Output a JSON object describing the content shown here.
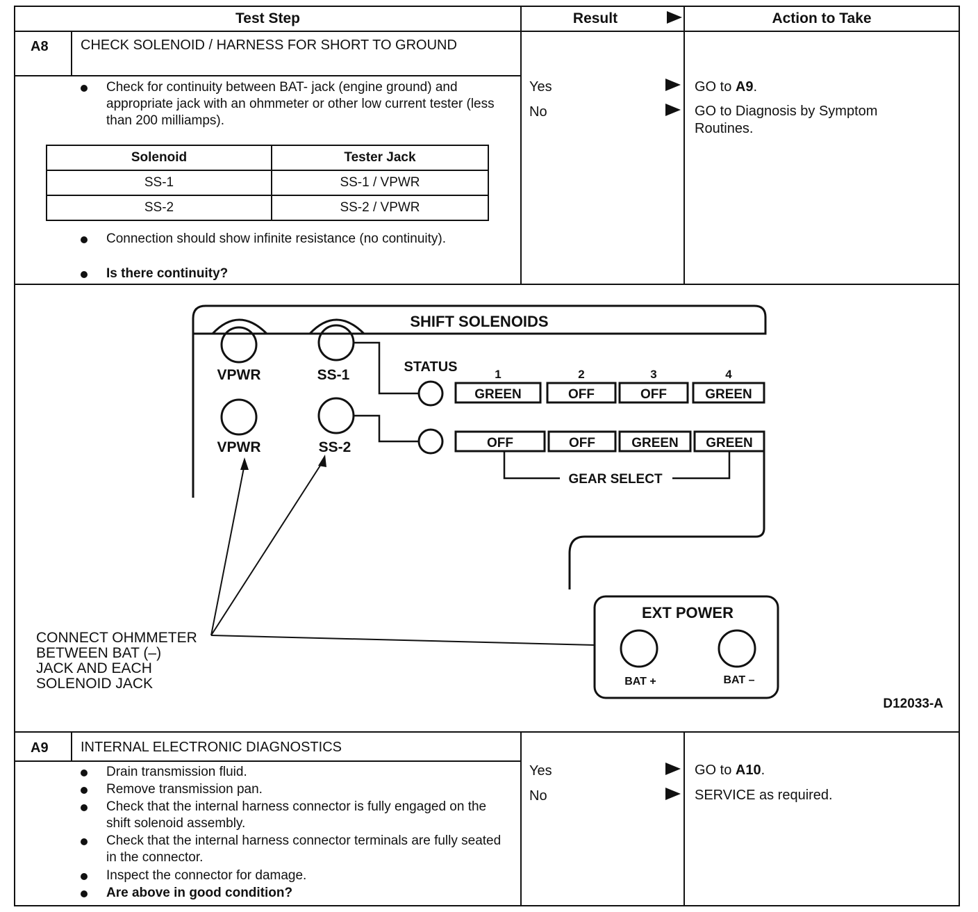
{
  "header": {
    "test_step": "Test Step",
    "result": "Result",
    "action": "Action to Take"
  },
  "a8": {
    "id": "A8",
    "title": "CHECK SOLENOID / HARNESS FOR SHORT TO GROUND",
    "bullet1": "Check for continuity between BAT- jack (engine ground) and appropriate jack with an ohmmeter or other low current tester (less than 200 milliamps).",
    "table": {
      "headers": [
        "Solenoid",
        "Tester Jack"
      ],
      "rows": [
        [
          "SS-1",
          "SS-1 / VPWR"
        ],
        [
          "SS-2",
          "SS-2 / VPWR"
        ]
      ]
    },
    "bullet2": "Connection should show infinite resistance (no continuity).",
    "bullet3": "Is there continuity?",
    "results": [
      {
        "result": "Yes",
        "action_prefix": "GO to ",
        "action_bold": "A9",
        "action_suffix": "."
      },
      {
        "result": "No",
        "action_prefix": "GO to Diagnosis by Symptom Routines.",
        "action_bold": "",
        "action_suffix": ""
      }
    ]
  },
  "diagram": {
    "title": "SHIFT SOLENOIDS",
    "jacks": [
      "VPWR",
      "SS-1",
      "VPWR",
      "SS-2"
    ],
    "status_label": "STATUS",
    "gear_numbers": [
      "1",
      "2",
      "3",
      "4"
    ],
    "row_ss1": [
      "GREEN",
      "OFF",
      "OFF",
      "GREEN"
    ],
    "row_ss2": [
      "OFF",
      "OFF",
      "GREEN",
      "GREEN"
    ],
    "gear_select": "GEAR SELECT",
    "callout": [
      "CONNECT OHMMETER",
      "BETWEEN BAT (–)",
      "JACK AND EACH",
      "SOLENOID JACK"
    ],
    "ext_power": "EXT POWER",
    "bat_plus": "BAT +",
    "bat_minus": "BAT –",
    "figure_id": "D12033-A"
  },
  "a9": {
    "id": "A9",
    "title": "INTERNAL ELECTRONIC DIAGNOSTICS",
    "bullets": [
      "Drain transmission fluid.",
      "Remove transmission pan.",
      "Check that the internal harness connector is fully engaged on the shift solenoid assembly.",
      "Check that the internal harness connector terminals are fully seated in the connector.",
      "Inspect the connector for damage."
    ],
    "question": "Are above in good condition?",
    "results": [
      {
        "result": "Yes",
        "action_prefix": "GO to ",
        "action_bold": "A10",
        "action_suffix": "."
      },
      {
        "result": "No",
        "action_prefix": "SERVICE as required.",
        "action_bold": "",
        "action_suffix": ""
      }
    ]
  }
}
